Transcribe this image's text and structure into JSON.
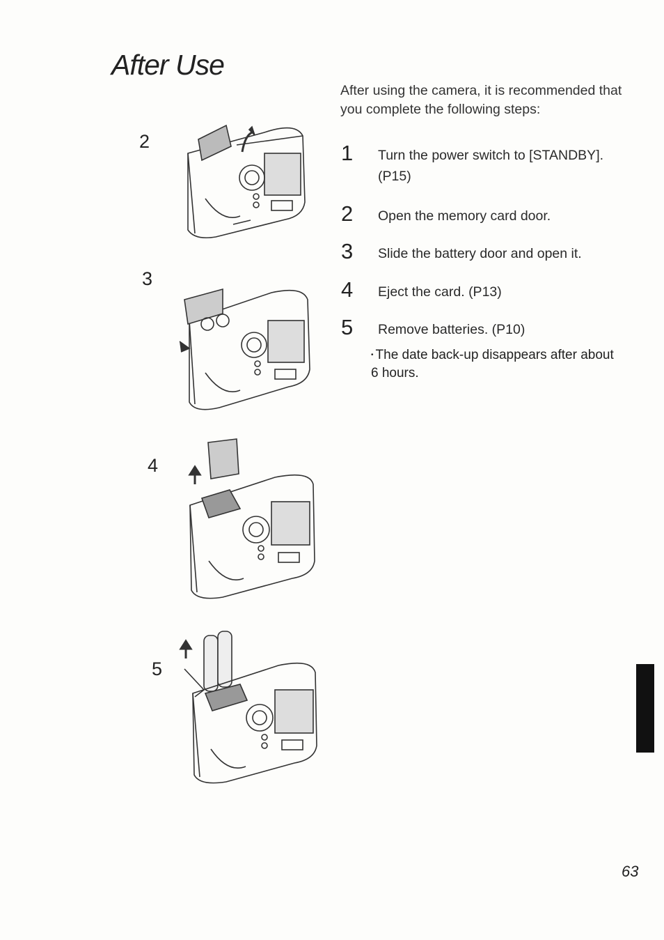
{
  "page": {
    "title": "After Use",
    "intro": "After using the camera, it is recommended that you complete the following steps:",
    "page_number": "63"
  },
  "steps": [
    {
      "num": "1",
      "text": "Turn the power switch to [STANDBY].",
      "text2": "(P15)"
    },
    {
      "num": "2",
      "text": "Open the memory card door."
    },
    {
      "num": "3",
      "text": "Slide the battery door and open it."
    },
    {
      "num": "4",
      "text": "Eject the card. (P13)"
    },
    {
      "num": "5",
      "text": "Remove batteries. (P10)"
    }
  ],
  "note": {
    "bullet": "•",
    "text": "The date back-up disappears after about 6 hours."
  },
  "figures": [
    {
      "label": "2",
      "icon": "camera-card-door-open-illustration"
    },
    {
      "label": "3",
      "icon": "camera-battery-door-open-illustration"
    },
    {
      "label": "4",
      "icon": "camera-card-eject-illustration"
    },
    {
      "label": "5",
      "icon": "camera-battery-removal-illustration"
    }
  ],
  "colors": {
    "ink": "#222222",
    "tab": "#111111",
    "paper": "#fdfdfb"
  }
}
